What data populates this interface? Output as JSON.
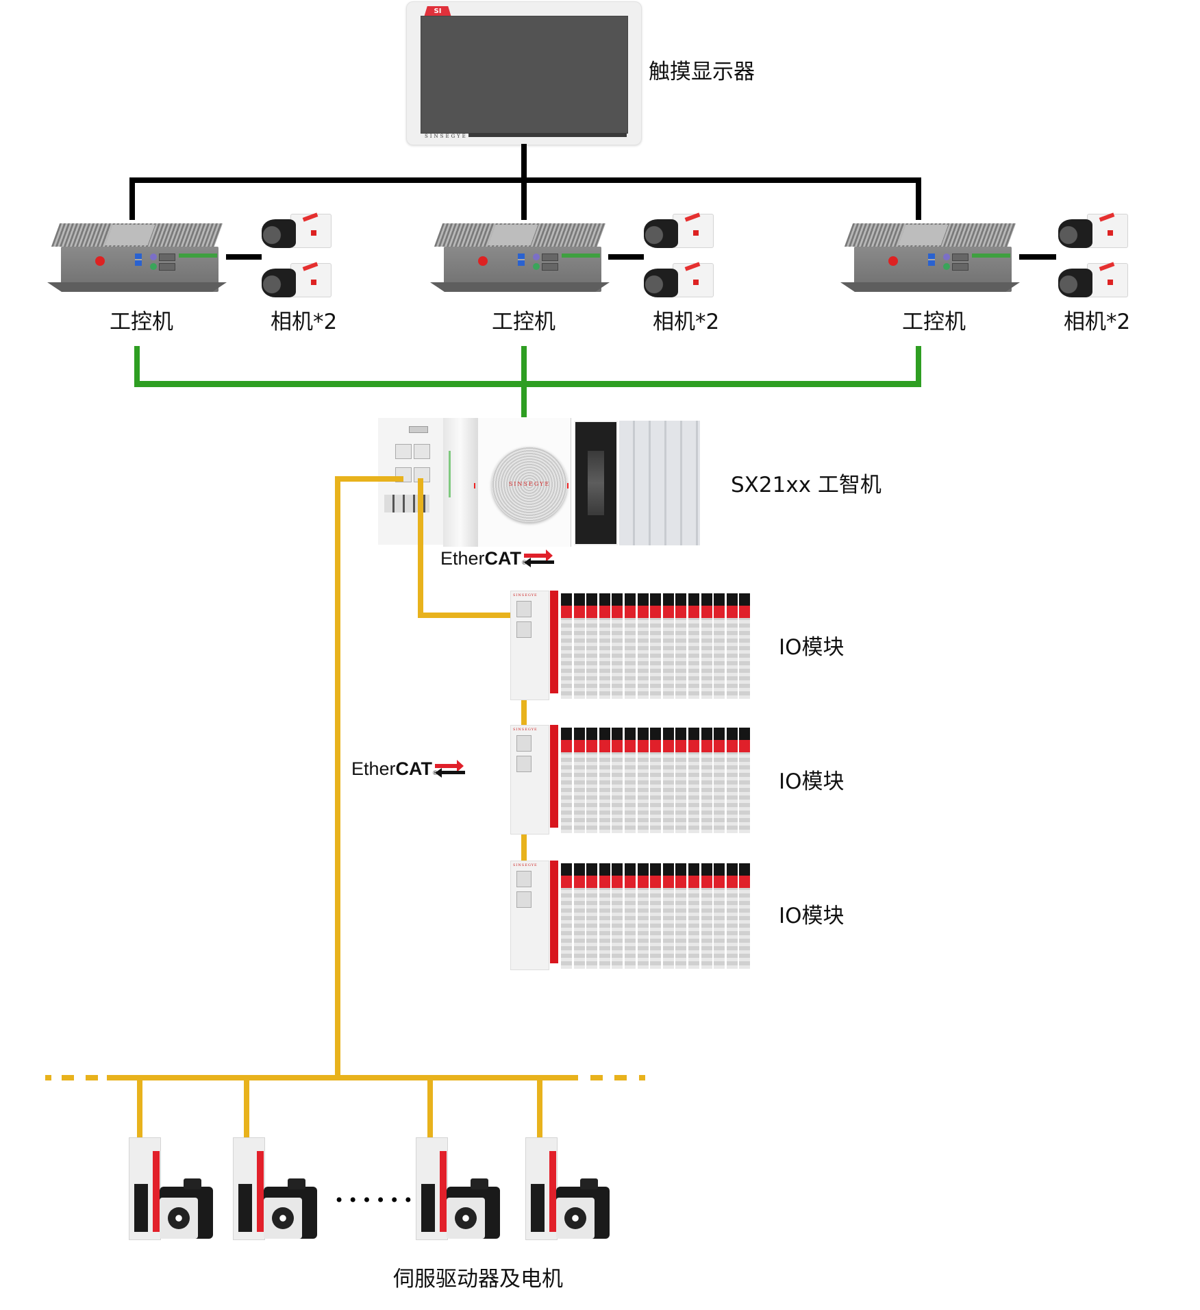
{
  "touch_display": {
    "label": "触摸显示器",
    "brand": "SINSEGYE",
    "badge": "SI",
    "icon": "touch-display-icon"
  },
  "links": {
    "display_network_color": "#000000",
    "ipc_network_color": "#2e9e22",
    "ethercat_color": "#e8b21c"
  },
  "ipc_groups": [
    {
      "ipc_label": "工控机",
      "camera_label": "相机*2",
      "camera_count": 2
    },
    {
      "ipc_label": "工控机",
      "camera_label": "相机*2",
      "camera_count": 2
    },
    {
      "ipc_label": "工控机",
      "camera_label": "相机*2",
      "camera_count": 2
    }
  ],
  "controller": {
    "label": "SX21xx 工智机",
    "brand": "SINSEGYE"
  },
  "ethercat_logos": [
    {
      "text_light": "Ether",
      "text_bold": "CAT",
      "mark": "®"
    },
    {
      "text_light": "Ether",
      "text_bold": "CAT",
      "mark": "®"
    }
  ],
  "io_modules": [
    {
      "label": "IO模块",
      "brand": "SINSEGYE",
      "slices": 15
    },
    {
      "label": "IO模块",
      "brand": "SINSEGYE",
      "slices": 15
    },
    {
      "label": "IO模块",
      "brand": "SINSEGYE",
      "slices": 15
    }
  ],
  "servos": {
    "label": "伺服驱动器及电机",
    "ellipsis": "••••••",
    "units_shown": 4
  }
}
